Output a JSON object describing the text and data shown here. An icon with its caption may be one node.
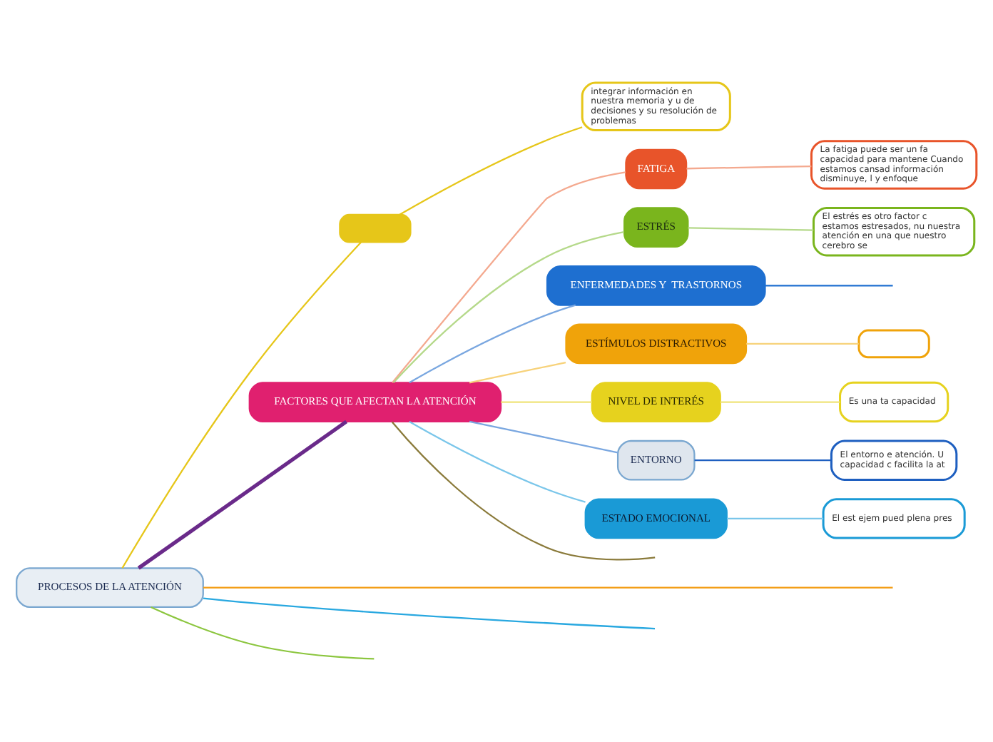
{
  "diagram": {
    "nodes": [
      {
        "text": [
          "PROCESOS DE LA ATENCIÓN"
        ]
      },
      {
        "text": [],
        "shape": "box"
      },
      {
        "text": [
          "integrar información en nuestra memoria y u de decisiones y su resolución de problemas"
        ]
      },
      {
        "text": [
          "FACTORES QUE AFECTAN LA ATENCIÓN"
        ]
      },
      {
        "text": [
          "FATIGA"
        ]
      },
      {
        "text": [
          "La fatiga puede ser un fa capacidad para mantene Cuando estamos cansad información disminuye, l y enfoque"
        ]
      },
      {
        "text": [
          "ESTRÉS"
        ]
      },
      {
        "text": [
          "El estrés es otro factor c estamos estresados, nu nuestra atención en una que nuestro cerebro se"
        ]
      },
      {
        "text": [
          "ENFERMEDADES Y  TRASTORNOS"
        ]
      },
      {
        "text": [
          "ESTÍMULOS DISTRACTIVOS"
        ]
      },
      {
        "text": [],
        "shape": "box"
      },
      {
        "text": [
          "NIVEL DE INTERÉS"
        ]
      },
      {
        "text": [
          "Es una ta capacidad"
        ]
      },
      {
        "text": [
          "ENTORNO"
        ]
      },
      {
        "text": [
          "El entorno e atención. U capacidad c facilita la at"
        ]
      },
      {
        "text": [
          "ESTADO EMOCIONAL"
        ]
      },
      {
        "text": [
          "El est ejem pued plena pres"
        ]
      }
    ],
    "edges": [
      {
        "from": 0,
        "to": 1,
        "arrow": "none",
        "color": "#e6c619"
      },
      {
        "from": 0,
        "to": null,
        "arrow": "none",
        "color": "#f39c12"
      },
      {
        "from": 0,
        "to": null,
        "arrow": "none",
        "color": "#29a8e0"
      },
      {
        "from": 0,
        "to": null,
        "arrow": "none",
        "color": "#8cc63f"
      },
      {
        "from": 1,
        "to": 2,
        "arrow": "none",
        "color": "#e6c619"
      },
      {
        "from": 0,
        "to": 3,
        "arrow": "none",
        "style": "thick",
        "color": "#6a2a8a"
      },
      {
        "from": 3,
        "to": 4,
        "arrow": "none",
        "color": "#f4a98f"
      },
      {
        "from": 4,
        "to": 5,
        "arrow": "none",
        "color": "#f4a98f"
      },
      {
        "from": 3,
        "to": 6,
        "arrow": "none",
        "color": "#b5d98a"
      },
      {
        "from": 6,
        "to": 7,
        "arrow": "none",
        "color": "#b5d98a"
      },
      {
        "from": 3,
        "to": 8,
        "arrow": "none",
        "color": "#7aa7e0"
      },
      {
        "from": 8,
        "to": null,
        "arrow": "none",
        "color": "#1e6fd0"
      },
      {
        "from": 3,
        "to": 9,
        "arrow": "none",
        "color": "#f7d27a"
      },
      {
        "from": 9,
        "to": 10,
        "arrow": "none",
        "color": "#f7d27a"
      },
      {
        "from": 3,
        "to": 11,
        "arrow": "none",
        "color": "#efe37a"
      },
      {
        "from": 11,
        "to": 12,
        "arrow": "none",
        "color": "#efe37a"
      },
      {
        "from": 3,
        "to": 13,
        "arrow": "none",
        "color": "#7aa7e0"
      },
      {
        "from": 13,
        "to": 14,
        "arrow": "none",
        "color": "#1e5fc0"
      },
      {
        "from": 3,
        "to": 15,
        "arrow": "none",
        "color": "#7ac6ea"
      },
      {
        "from": 15,
        "to": 16,
        "arrow": "none",
        "color": "#7ac6ea"
      },
      {
        "from": 3,
        "to": null,
        "arrow": "none",
        "color": "#8a7a3a"
      }
    ]
  }
}
